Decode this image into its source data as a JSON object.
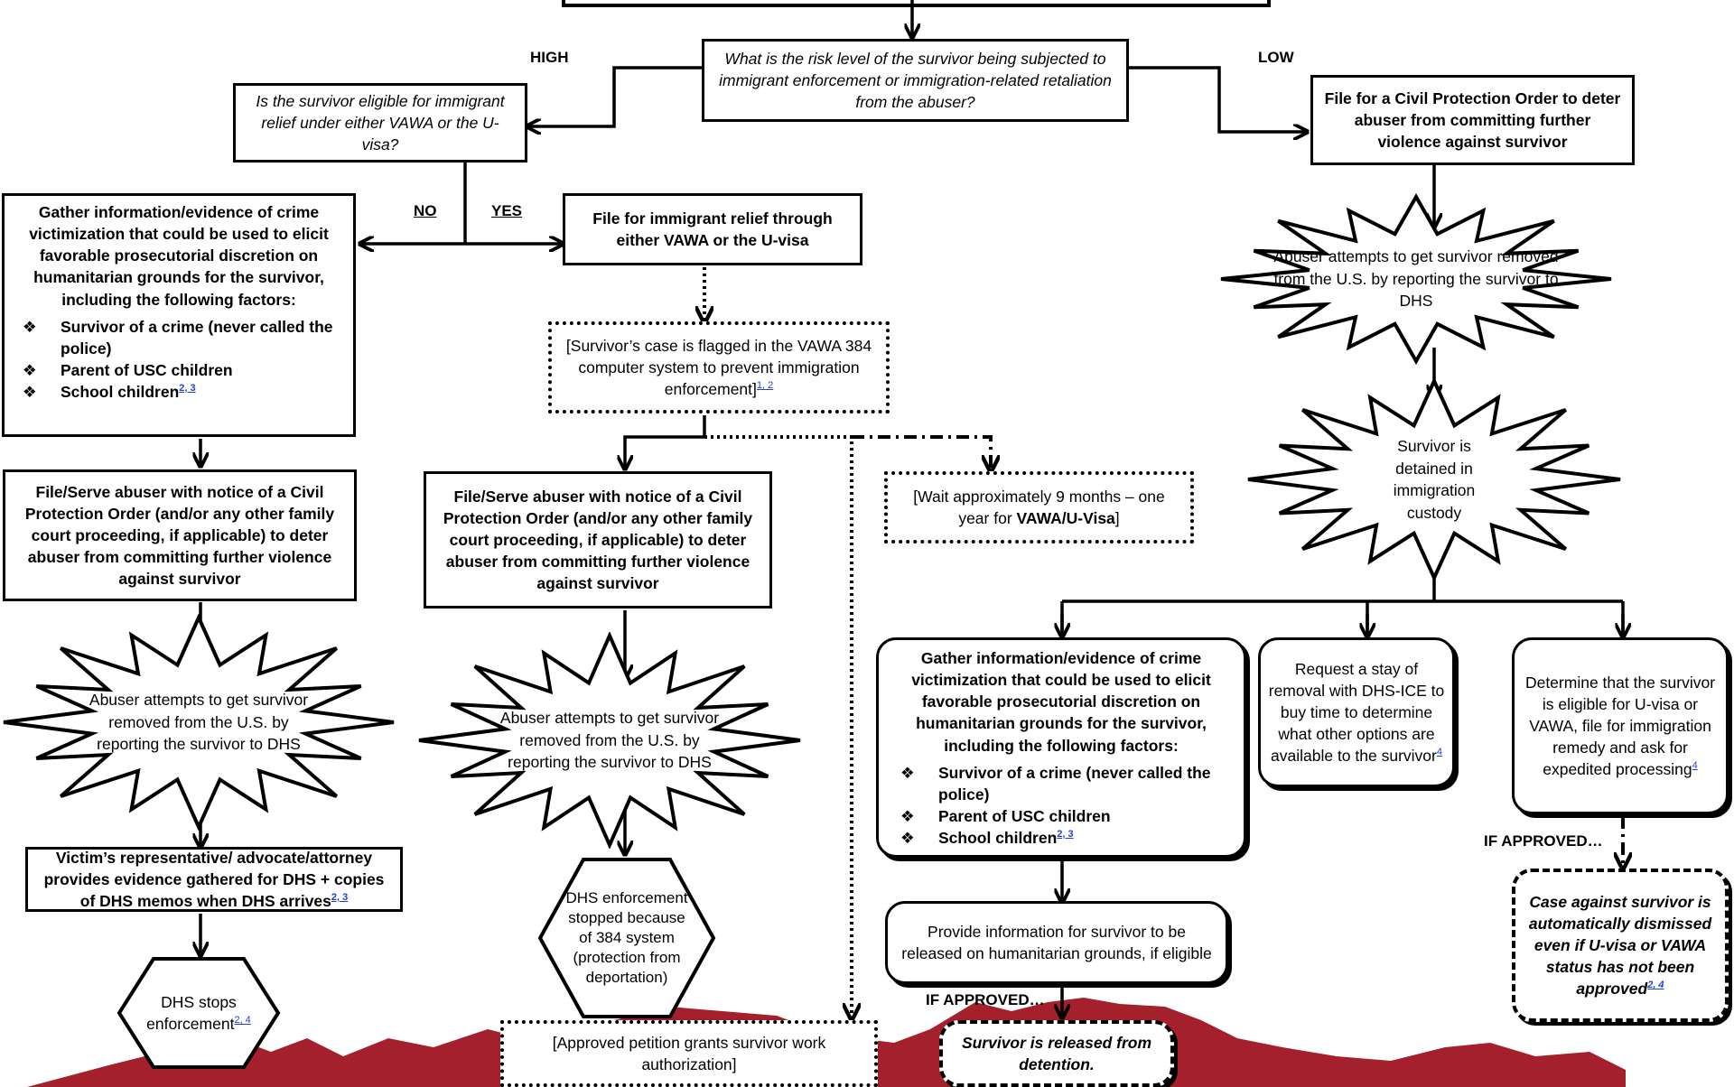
{
  "colors": {
    "line": "#000000",
    "mountain": "#a3202c",
    "footnote": "#1f3fd6"
  },
  "labels": {
    "high": "HIGH",
    "low": "LOW",
    "no": "NO",
    "yes": "YES",
    "if_approved_1": "IF APPROVED…",
    "if_approved_2": "IF APPROVED…"
  },
  "nodes": {
    "risk_question": "What is the risk level of the survivor being subjected to immigrant enforcement or immigration-related retaliation from the abuser?",
    "eligible_question": "Is the survivor eligible for immigrant relief under either VAWA or the U-visa?",
    "civil_protection_low": "File for a Civil Protection Order to deter abuser from committing further violence against survivor",
    "gather_left": {
      "text": "Gather information/evidence of crime victimization that could be used to elicit favorable prosecutorial discretion on humanitarian grounds for the survivor, including the following factors:",
      "f1": "Survivor of a crime (never called the police)",
      "f2": "Parent of USC children",
      "f3": "School children",
      "f3_sup": "2, 3"
    },
    "file_relief": "File for immigrant relief through either VAWA or the U-visa",
    "flagged": {
      "text": "[Survivor’s case is flagged in the VAWA 384 computer system to prevent immigration enforcement]",
      "sup": "1, 2"
    },
    "wait": {
      "pre": "[Wait approximately 9 months – one year for ",
      "bold": "VAWA/U-Visa",
      "post": "]"
    },
    "serve_left": "File/Serve abuser with notice of a Civil Protection Order (and/or any other family court proceeding, if applicable) to deter abuser from committing further violence against survivor",
    "serve_mid": "File/Serve abuser with notice of a Civil Protection Order (and/or any other family court proceeding, if applicable) to deter abuser from committing further violence against survivor",
    "burst_left": "Abuser attempts to get survivor removed from the U.S. by reporting the survivor to DHS",
    "burst_mid": "Abuser attempts to get survivor removed from the U.S. by reporting the survivor to DHS",
    "burst_right": "Abuser attempts to get survivor removed from the U.S. by reporting the survivor to DHS",
    "detained": "Survivor is detained in immigration custody",
    "representative": {
      "text": "Victim’s representative/ advocate/attorney provides evidence gathered for DHS + copies of DHS memos when DHS arrives",
      "sup": "2, 3"
    },
    "dhs_stops": {
      "text": "DHS stops enforcement",
      "sup": "2, 4"
    },
    "dhs_stopped_384": "DHS enforcement stopped because of 384 system (protection from deportation)",
    "work_auth": "[Approved petition grants survivor work authorization]",
    "gather_right": {
      "text": "Gather information/evidence of crime victimization that could be used to elicit favorable prosecutorial discretion on humanitarian grounds for the survivor, including the following factors:",
      "f1": "Survivor of a crime (never called the police)",
      "f2": "Parent of USC children",
      "f3": "School children",
      "f3_sup": "2, 3"
    },
    "stay": {
      "text": "Request a stay of removal with DHS-ICE to buy time to determine what other options are available to the survivor",
      "sup": "4"
    },
    "determine": {
      "text": "Determine that the survivor is eligible for U-visa or VAWA, file for immigration remedy and ask for expedited processing",
      "sup": "4"
    },
    "provide_info": "Provide information for survivor to be released on humanitarian grounds, if eligible",
    "released": "Survivor is released from detention.",
    "dismissed": {
      "text": "Case against survivor is automatically dismissed even if U-visa or VAWA status has not been approved",
      "sup": "2, 4"
    }
  }
}
